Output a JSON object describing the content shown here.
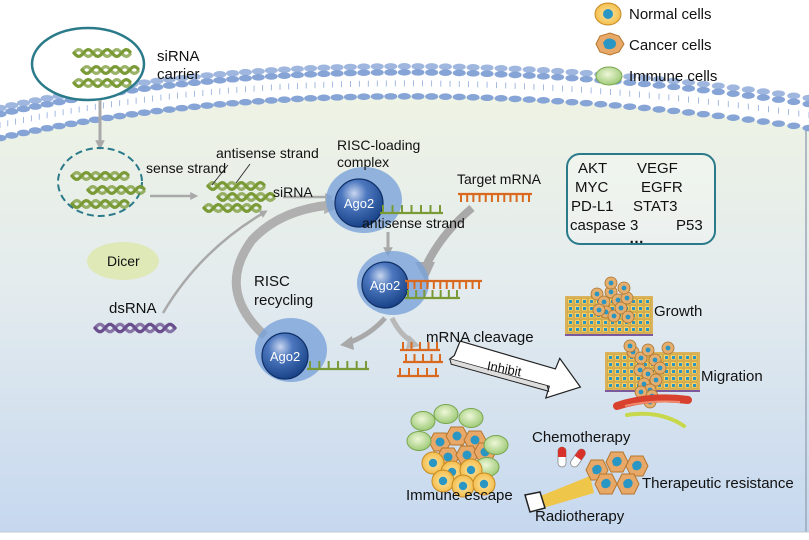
{
  "legend": {
    "items": [
      {
        "label": "Normal cells",
        "icon": "normal-cell-icon"
      },
      {
        "label": "Cancer cells",
        "icon": "cancer-cell-icon"
      },
      {
        "label": "Immune cells",
        "icon": "immune-cell-icon"
      }
    ]
  },
  "carrier": {
    "label_line1": "siRNA",
    "label_line2": "carrier"
  },
  "labels": {
    "sense_strand": "sense strand",
    "antisense_strand_top": "antisense strand",
    "sirna": "siRNA",
    "risc_loading_line1": "RISC-loading",
    "risc_loading_line2": "complex",
    "antisense_strand_bottom": "antisense strand",
    "target_mrna": "Target mRNA",
    "dicer": "Dicer",
    "dsrna": "dsRNA",
    "risc_recycling_line1": "RISC",
    "risc_recycling_line2": "recycling",
    "mrna_cleavage": "mRNA cleavage",
    "inhibit": "Inhibit",
    "growth": "Growth",
    "migration": "Migration",
    "chemotherapy": "Chemotherapy",
    "immune_escape": "Immune escape",
    "therapeutic_resistance": "Therapeutic resistance",
    "radiotherapy": "Radiotherapy",
    "ago2": "Ago2"
  },
  "targets": {
    "rows": [
      [
        "AKT",
        "VEGF"
      ],
      [
        "MYC",
        "EGFR"
      ],
      [
        "PD-L1",
        "STAT3"
      ],
      [
        "caspase 3",
        "P53"
      ]
    ],
    "more": "…"
  },
  "colors": {
    "membrane": "#7f9fd4",
    "cytoplasm_top": "#eef3e4",
    "cytoplasm_bottom": "#c8d9ef",
    "sirna_green": "#7a9a36",
    "mrna_orange": "#d9691e",
    "ago2_blue": "#1f4f9a",
    "risc_halo": "#7aa3d9",
    "teal_outline": "#2a7a8a",
    "arrow_grey": "#a9a9a9",
    "dsrna_purple": "#6a4f8f"
  }
}
